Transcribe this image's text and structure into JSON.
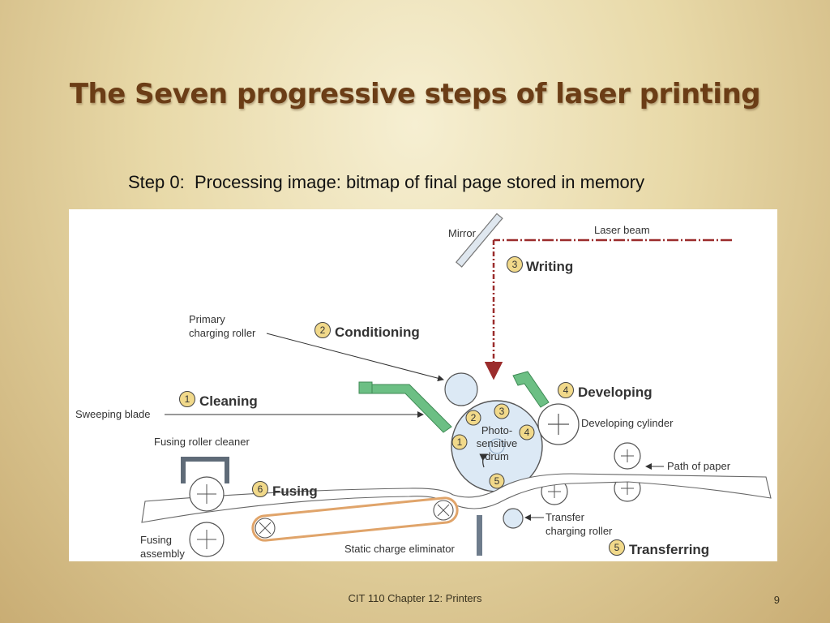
{
  "slide": {
    "title": "The Seven progressive steps of laser printing",
    "subtitle": "Step 0:  Processing image: bitmap of final page stored in memory",
    "footer": "CIT 110 Chapter 12: Printers",
    "page_number": "9"
  },
  "diagram": {
    "labels": {
      "mirror": "Mirror",
      "laser_beam": "Laser beam",
      "primary_roller_line1": "Primary",
      "primary_roller_line2": "charging roller",
      "sweeping_blade": "Sweeping blade",
      "fusing_roller_cleaner": "Fusing roller cleaner",
      "drum_line1": "Photo-",
      "drum_line2": "sensitive",
      "drum_line3": "drum",
      "developing_cylinder": "Developing cylinder",
      "path_of_paper": "Path of paper",
      "transfer_line1": "Transfer",
      "transfer_line2": "charging roller",
      "static_eliminator": "Static charge eliminator",
      "fusing_assembly_line1": "Fusing",
      "fusing_assembly_line2": "assembly"
    },
    "steps": {
      "cleaning": {
        "number": "1",
        "label": "Cleaning"
      },
      "conditioning": {
        "number": "2",
        "label": "Conditioning"
      },
      "writing": {
        "number": "3",
        "label": "Writing"
      },
      "developing": {
        "number": "4",
        "label": "Developing"
      },
      "transferring": {
        "number": "5",
        "label": "Transferring"
      },
      "fusing": {
        "number": "6",
        "label": "Fusing"
      }
    },
    "colors": {
      "laser": "#9b2c2c",
      "blade_green": "#6cbf84",
      "drum_fill": "#dce9f5",
      "step_badge": "#f1d98a",
      "belt": "#e0a46a",
      "eliminator": "#6e7c8c"
    }
  }
}
